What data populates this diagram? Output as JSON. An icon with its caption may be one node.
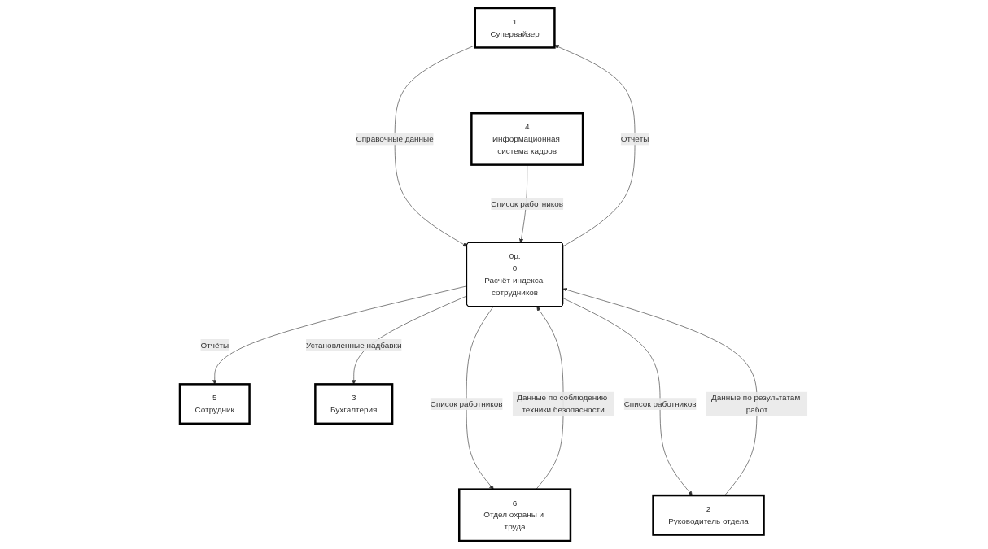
{
  "diagram": {
    "nodes": [
      {
        "text": [
          "1",
          "Супервайзер"
        ]
      },
      {
        "text": [
          "6",
          "Отдел охраны и труда"
        ]
      },
      {
        "text": [
          "0р.",
          "0",
          "Расчёт индекса сотрудников"
        ]
      },
      {
        "text": [
          "2",
          "Руководитель отдела"
        ]
      },
      {
        "text": [
          "5",
          "Сотрудник"
        ]
      },
      {
        "text": [
          "3",
          "Бухгалтерия"
        ]
      },
      {
        "text": [
          "4",
          "Информационная система кадров"
        ]
      }
    ],
    "edges": [
      {
        "from": 0,
        "to": 2,
        "arrow": "to",
        "label": "Справочные данные"
      },
      {
        "from": 2,
        "to": 0,
        "arrow": "to",
        "label": "Отчёты"
      },
      {
        "from": 2,
        "to": 1,
        "arrow": "to",
        "label": "Список работников"
      },
      {
        "from": 1,
        "to": 2,
        "arrow": "to",
        "label": "Данные по соблюдению техники безопасности"
      },
      {
        "from": 3,
        "to": 2,
        "arrow": "to",
        "label": "Данные по результатам работ"
      },
      {
        "from": 2,
        "to": 3,
        "arrow": "to",
        "label": "Список работников"
      },
      {
        "from": 2,
        "to": 4,
        "arrow": "to",
        "label": "Отчёты"
      },
      {
        "from": 2,
        "to": 5,
        "arrow": "to",
        "label": "Установленные надбавки"
      },
      {
        "from": 6,
        "to": 2,
        "arrow": "to",
        "label": "Список работников"
      }
    ]
  }
}
